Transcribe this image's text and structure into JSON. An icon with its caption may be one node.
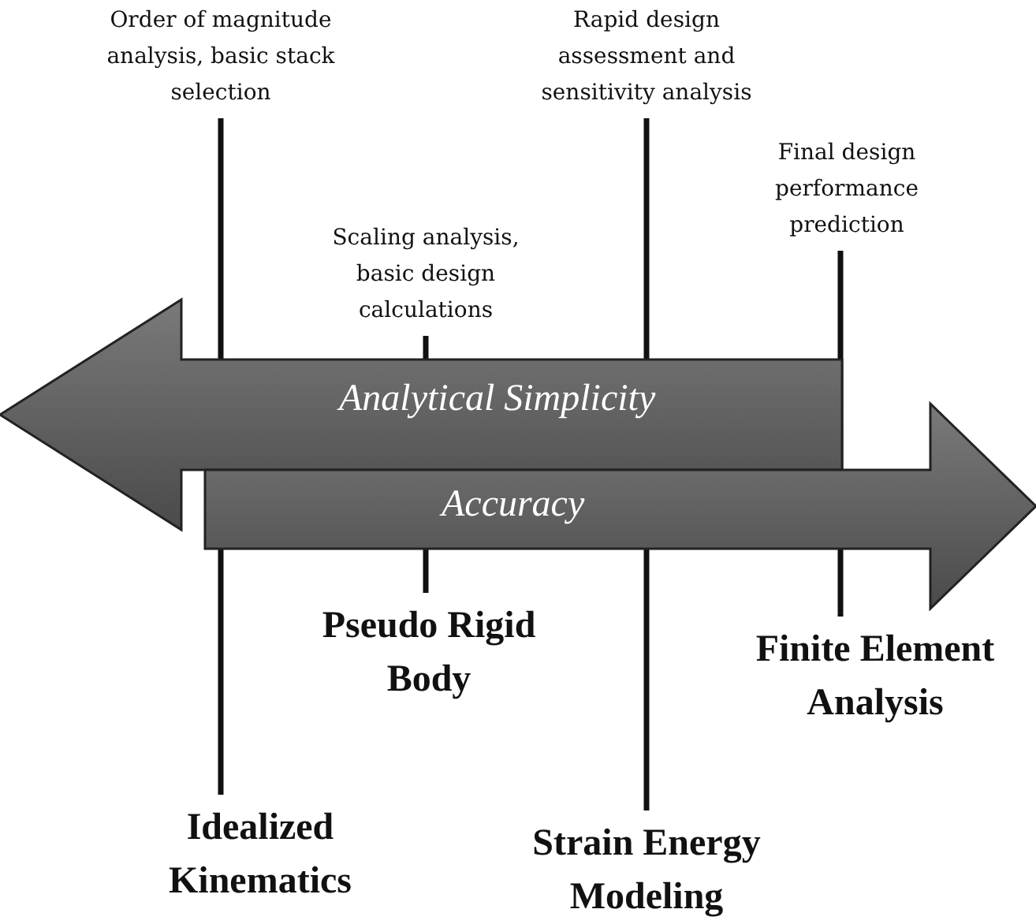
{
  "diagram": {
    "nodes": [
      {
        "text": [
          "Order of magnitude analysis, basic stack selection"
        ]
      },
      {
        "text": [
          "Scaling analysis, basic design calculations"
        ]
      },
      {
        "text": [
          "Rapid design assessment and sensitivity analysis"
        ]
      },
      {
        "text": [
          "Final design performance prediction"
        ]
      },
      {
        "text": [
          "Analytical Simplicity"
        ]
      },
      {
        "text": [
          "Accuracy"
        ]
      },
      {
        "text": [
          "Idealized Kinematics"
        ]
      },
      {
        "text": [
          "Pseudo Rigid Body"
        ]
      },
      {
        "text": [
          "Strain Energy Modeling"
        ]
      },
      {
        "text": [
          "Finite Element Analysis"
        ]
      }
    ],
    "edges": [
      {
        "from": 0,
        "to": 6,
        "arrow": "none"
      },
      {
        "from": 1,
        "to": 7,
        "arrow": "none"
      },
      {
        "from": 2,
        "to": 8,
        "arrow": "none"
      },
      {
        "from": 3,
        "to": 9,
        "arrow": "none"
      }
    ]
  }
}
